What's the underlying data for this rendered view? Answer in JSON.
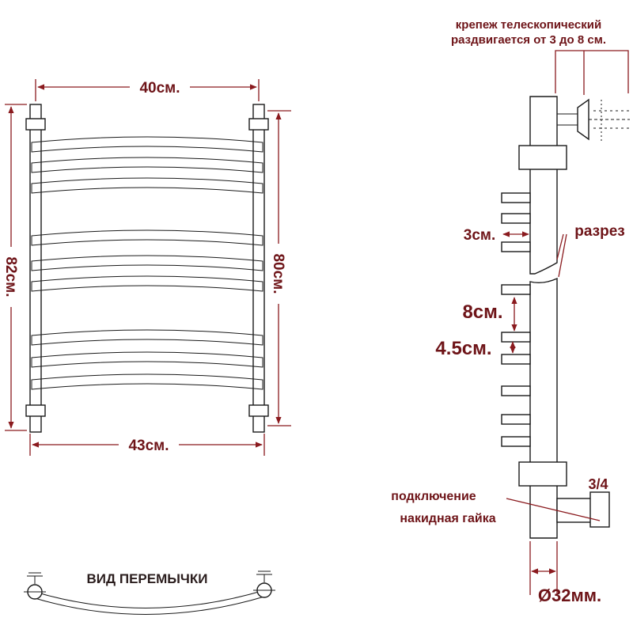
{
  "diagram": {
    "front": {
      "top_width": "40см.",
      "bottom_width": "43см.",
      "total_height": "82см.",
      "axis_height": "80см."
    },
    "side": {
      "mount_note": [
        "крепеж телескопический",
        "раздвигается от 3 до 8 см."
      ],
      "wall_gap": "3см.",
      "section_cut": "разрез",
      "rung_pitch": "8см.",
      "pair_gap": "4.5см.",
      "thread": "3/4",
      "connection_note": [
        "подключение",
        "накидная гайка"
      ],
      "diameter": "Ø32мм."
    },
    "bridge_caption": "ВИД ПЕРЕМЫЧКИ"
  }
}
